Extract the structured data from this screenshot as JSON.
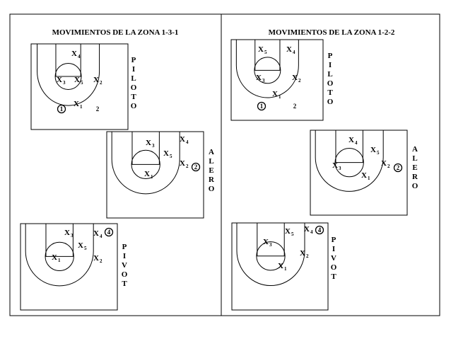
{
  "columns": [
    {
      "title": "MOVIMIENTOS  DE LA ZONA  1-3-1",
      "diagrams": [
        {
          "position_label": "PILOTO",
          "players": [
            {
              "id": "X4",
              "text": "X",
              "sub": "4"
            },
            {
              "id": "X3",
              "text": "X",
              "sub": "3"
            },
            {
              "id": "X5",
              "text": "X",
              "sub": "5"
            },
            {
              "id": "X2",
              "text": "X",
              "sub": "2"
            },
            {
              "id": "X1",
              "text": "X",
              "sub": "1"
            }
          ],
          "markers": [
            {
              "id": "ball1",
              "text": "1",
              "circled": true
            },
            {
              "id": "n2",
              "text": "2",
              "circled": false
            }
          ]
        },
        {
          "position_label": "ALERO",
          "players": [
            {
              "id": "X3",
              "text": "X",
              "sub": "3"
            },
            {
              "id": "X4",
              "text": "X",
              "sub": "4"
            },
            {
              "id": "X5",
              "text": "X",
              "sub": "5"
            },
            {
              "id": "X2",
              "text": "X",
              "sub": "2"
            },
            {
              "id": "X1",
              "text": "X",
              "sub": "1"
            }
          ],
          "markers": [
            {
              "id": "ball2",
              "text": "2",
              "circled": true
            }
          ]
        },
        {
          "position_label": "PIVOT",
          "players": [
            {
              "id": "X3",
              "text": "X",
              "sub": "3"
            },
            {
              "id": "X4",
              "text": "X",
              "sub": "4"
            },
            {
              "id": "X5",
              "text": "X",
              "sub": "5"
            },
            {
              "id": "X1",
              "text": "X",
              "sub": "1"
            },
            {
              "id": "X2",
              "text": "X",
              "sub": "2"
            }
          ],
          "markers": [
            {
              "id": "ball4",
              "text": "4",
              "circled": true
            }
          ]
        }
      ]
    },
    {
      "title": "MOVIMIENTOS DE LA ZONA 1-2-2",
      "diagrams": [
        {
          "position_label": "PILOTO",
          "players": [
            {
              "id": "X5",
              "text": "X",
              "sub": "5"
            },
            {
              "id": "X4",
              "text": "X",
              "sub": "4"
            },
            {
              "id": "X3",
              "text": "X",
              "sub": "3"
            },
            {
              "id": "X2",
              "text": "X",
              "sub": "2"
            },
            {
              "id": "X1",
              "text": "X",
              "sub": "1"
            }
          ],
          "markers": [
            {
              "id": "ball1",
              "text": "1",
              "circled": true
            },
            {
              "id": "n2",
              "text": "2",
              "circled": false
            }
          ]
        },
        {
          "position_label": "ALERO",
          "players": [
            {
              "id": "X4",
              "text": "X",
              "sub": "4"
            },
            {
              "id": "X5",
              "text": "X",
              "sub": "5"
            },
            {
              "id": "X3",
              "text": "X",
              "sub": "3"
            },
            {
              "id": "X2",
              "text": "X",
              "sub": "2"
            },
            {
              "id": "X1",
              "text": "X",
              "sub": "1"
            }
          ],
          "markers": [
            {
              "id": "ball2",
              "text": "2",
              "circled": true
            }
          ]
        },
        {
          "position_label": "PIVOT",
          "players": [
            {
              "id": "X5",
              "text": "X",
              "sub": "5"
            },
            {
              "id": "X4",
              "text": "X",
              "sub": "4"
            },
            {
              "id": "X3",
              "text": "X",
              "sub": "3"
            },
            {
              "id": "X2",
              "text": "X",
              "sub": "2"
            },
            {
              "id": "X1",
              "text": "X",
              "sub": "1"
            }
          ],
          "markers": [
            {
              "id": "ball4",
              "text": "4",
              "circled": true
            }
          ]
        }
      ]
    }
  ]
}
